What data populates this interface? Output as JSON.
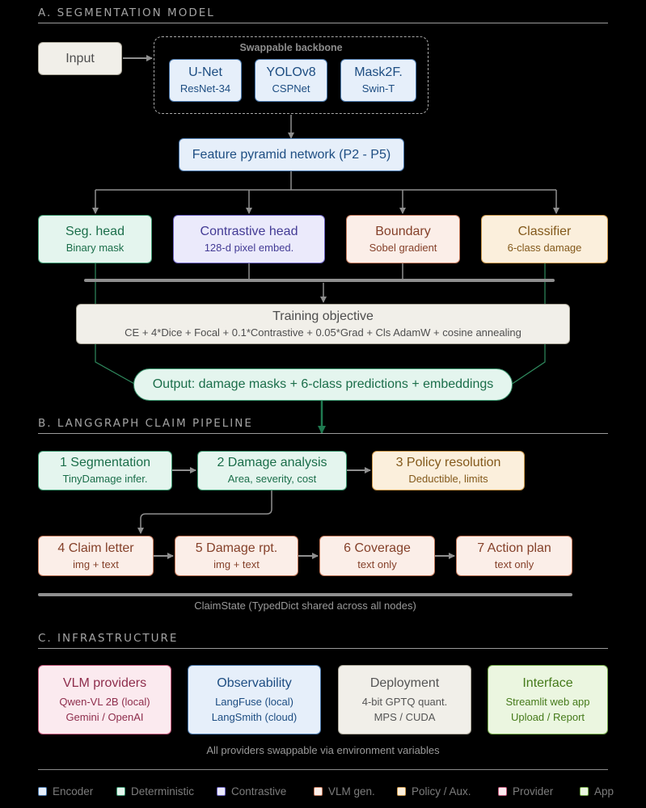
{
  "sections": {
    "a": "A. SEGMENTATION MODEL",
    "b": "B. LANGGRAPH CLAIM PIPELINE",
    "c": "C. INFRASTRUCTURE"
  },
  "model": {
    "input": "Input",
    "backbone_label": "Swappable backbone",
    "backbones": [
      {
        "title": "U-Net",
        "sub": "ResNet-34"
      },
      {
        "title": "YOLOv8",
        "sub": "CSPNet"
      },
      {
        "title": "Mask2F.",
        "sub": "Swin-T"
      }
    ],
    "fpn": "Feature pyramid network (P2 - P5)",
    "heads": [
      {
        "title": "Seg. head",
        "sub": "Binary mask"
      },
      {
        "title": "Contrastive head",
        "sub": "128-d pixel embed."
      },
      {
        "title": "Boundary",
        "sub": "Sobel gradient"
      },
      {
        "title": "Classifier",
        "sub": "6-class damage"
      }
    ],
    "training": {
      "title": "Training objective",
      "formula": "CE + 4*Dice + Focal + 0.1*Contrastive + 0.05*Grad + Cls AdamW + cosine annealing"
    },
    "output": "Output: damage masks + 6-class predictions + embeddings"
  },
  "pipeline": {
    "nodes": [
      {
        "title": "1 Segmentation",
        "sub": "TinyDamage infer."
      },
      {
        "title": "2 Damage analysis",
        "sub": "Area, severity, cost"
      },
      {
        "title": "3 Policy resolution",
        "sub": "Deductible, limits"
      },
      {
        "title": "4 Claim letter",
        "sub": "img + text"
      },
      {
        "title": "5 Damage rpt.",
        "sub": "img + text"
      },
      {
        "title": "6 Coverage",
        "sub": "text only"
      },
      {
        "title": "7 Action plan",
        "sub": "text only"
      }
    ],
    "state_caption": "ClaimState (TypedDict shared across all nodes)"
  },
  "infra": {
    "cards": [
      {
        "title": "VLM providers",
        "lines": [
          "Qwen-VL 2B (local)",
          "Gemini / OpenAI"
        ]
      },
      {
        "title": "Observability",
        "lines": [
          "LangFuse (local)",
          "LangSmith (cloud)"
        ]
      },
      {
        "title": "Deployment",
        "lines": [
          "4-bit GPTQ quant.",
          "MPS / CUDA"
        ]
      },
      {
        "title": "Interface",
        "lines": [
          "Streamlit web app",
          "Upload / Report"
        ]
      }
    ],
    "caption": "All providers swappable via environment variables"
  },
  "legend": [
    {
      "label": "Encoder",
      "color": "#4a78ac"
    },
    {
      "label": "Deterministic",
      "color": "#3e9a72"
    },
    {
      "label": "Contrastive",
      "color": "#6c63c2"
    },
    {
      "label": "VLM gen.",
      "color": "#c57a5c"
    },
    {
      "label": "Policy / Aux.",
      "color": "#cd9a4c"
    },
    {
      "label": "Provider",
      "color": "#c55a7c"
    },
    {
      "label": "App",
      "color": "#78ad4c"
    }
  ],
  "colors": {
    "background": "#000000",
    "edge": "#8f8f8f",
    "output_edge": "#1f7a50"
  }
}
